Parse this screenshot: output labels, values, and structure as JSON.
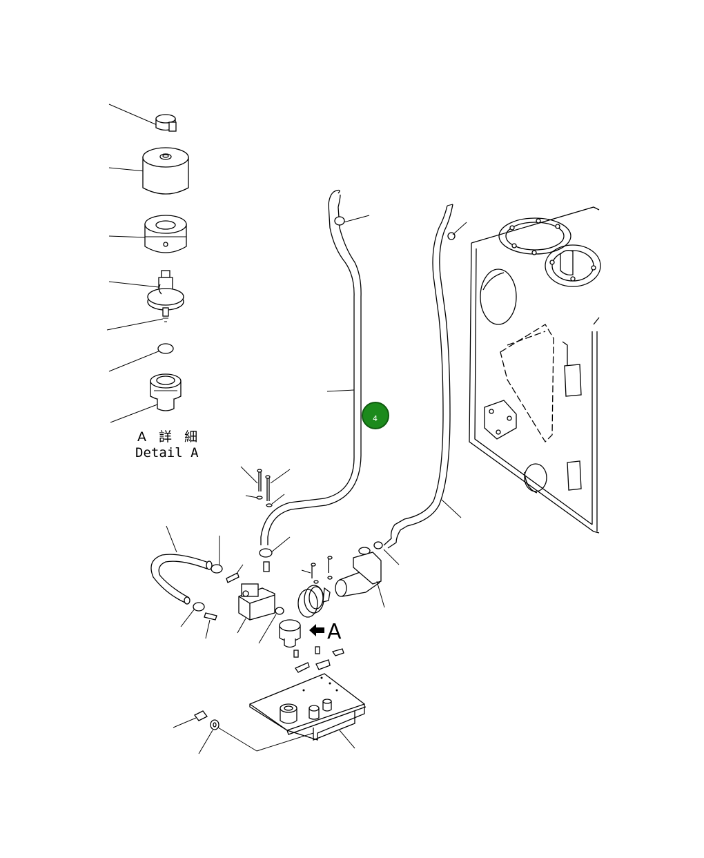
{
  "detail": {
    "label_jp": "A 詳 細",
    "label_en": "Detail A"
  },
  "view_marker": "A",
  "callout": {
    "number": "4",
    "color": "#1c8a1c",
    "ring_color": "#0f5a0f"
  }
}
